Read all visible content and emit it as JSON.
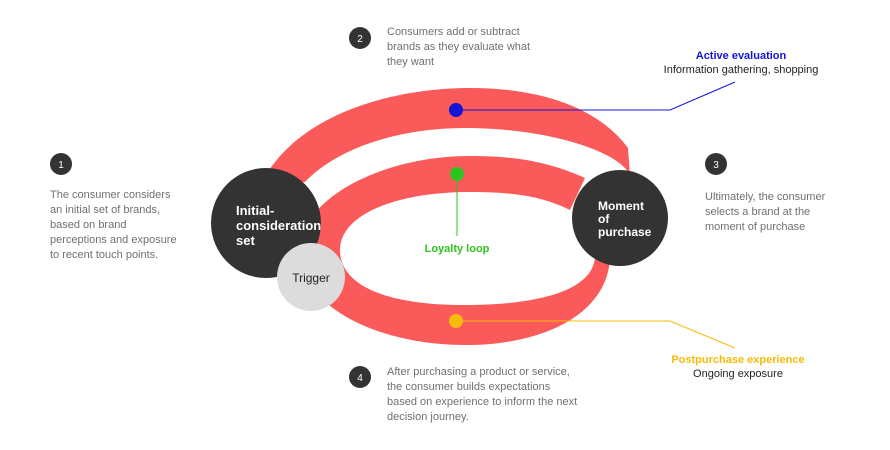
{
  "steps": [
    {
      "number": "1",
      "lines": [
        "The consumer considers",
        "an initial set of brands,",
        "based on brand",
        "perceptions and exposure",
        "to recent touch points."
      ]
    },
    {
      "number": "2",
      "lines": [
        "Consumers add or subtract",
        "brands as they evaluate what",
        "they want"
      ]
    },
    {
      "number": "3",
      "lines": [
        "Ultimately, the consumer",
        "selects a brand at the",
        "moment of purchase"
      ]
    },
    {
      "number": "4",
      "lines": [
        "After purchasing a product or service,",
        "the consumer builds expectations",
        "based on experience to inform the next",
        "decision journey."
      ]
    }
  ],
  "nodes": {
    "initial_consideration": [
      "Initial-",
      "consideration",
      "set"
    ],
    "moment_of_purchase": [
      "Moment",
      "of",
      "purchase"
    ],
    "trigger": "Trigger"
  },
  "callouts": {
    "active_evaluation": {
      "title": "Active evaluation",
      "subtitle": "Information gathering, shopping"
    },
    "loyalty_loop": {
      "title": "Loyalty loop"
    },
    "postpurchase": {
      "title": "Postpurchase experience",
      "subtitle": "Ongoing exposure"
    }
  },
  "colors": {
    "loop": "#fa5a5a",
    "node_dark": "#333333",
    "trigger": "#dcdcdc",
    "step_text": "#707070",
    "active_evaluation": "#1414d6",
    "loyalty": "#2ec41f",
    "postpurchase": "#f5bc0a",
    "label_dark": "#222222"
  }
}
